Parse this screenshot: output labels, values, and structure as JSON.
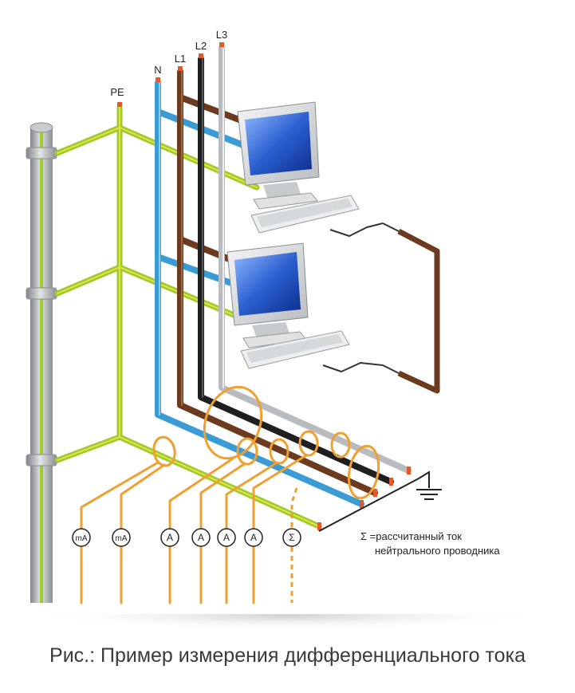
{
  "diagram": {
    "conductor_labels": {
      "pe": "PE",
      "n": "N",
      "l1": "L1",
      "l2": "L2",
      "l3": "L3"
    },
    "meter_labels": [
      "mA",
      "mA",
      "A",
      "A",
      "A",
      "A",
      "Σ"
    ],
    "note_line1": "Σ =рассчитанный ток",
    "note_line2": "нейтрального проводника",
    "colors": {
      "pe_green": "#9ccc2a",
      "pe_yellow": "#e8e04a",
      "neutral_blue": "#3b9bd4",
      "phase_brown": "#6b3a1f",
      "phase_black": "#1f1f1f",
      "phase_gray": "#b9bcbf",
      "measure_orange": "#f0a030",
      "pole_gray": "#a9adb0"
    },
    "icons": [
      "computer-icon",
      "keyboard-icon",
      "ground-symbol-icon"
    ]
  },
  "caption": "Рис.: Пример измерения дифференциального тока"
}
